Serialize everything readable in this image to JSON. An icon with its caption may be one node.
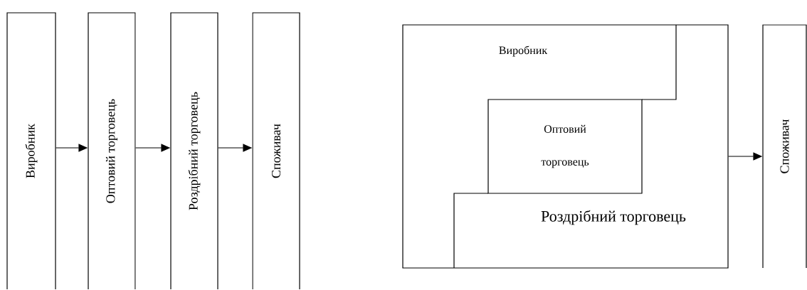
{
  "diagram": {
    "nodes": [
      {
        "text": [
          "Виробник"
        ]
      },
      {
        "text": [
          "Оптовий торговець"
        ]
      },
      {
        "text": [
          "Роздрібний торговець"
        ]
      },
      {
        "text": [
          "Споживач"
        ]
      },
      {
        "text": [
          "Виробник"
        ]
      },
      {
        "text": [
          "Оптовий торговець"
        ],
        "in": 4
      },
      {
        "text": [
          "Роздрібний торговець"
        ],
        "in": 4
      },
      {
        "text": [
          "Споживач"
        ]
      }
    ],
    "edges": [
      {
        "from": 0,
        "to": 1,
        "arrow": "to"
      },
      {
        "from": 1,
        "to": 2,
        "arrow": "to"
      },
      {
        "from": 2,
        "to": 3,
        "arrow": "to"
      },
      {
        "from": 4,
        "to": 7,
        "arrow": "to"
      }
    ]
  }
}
